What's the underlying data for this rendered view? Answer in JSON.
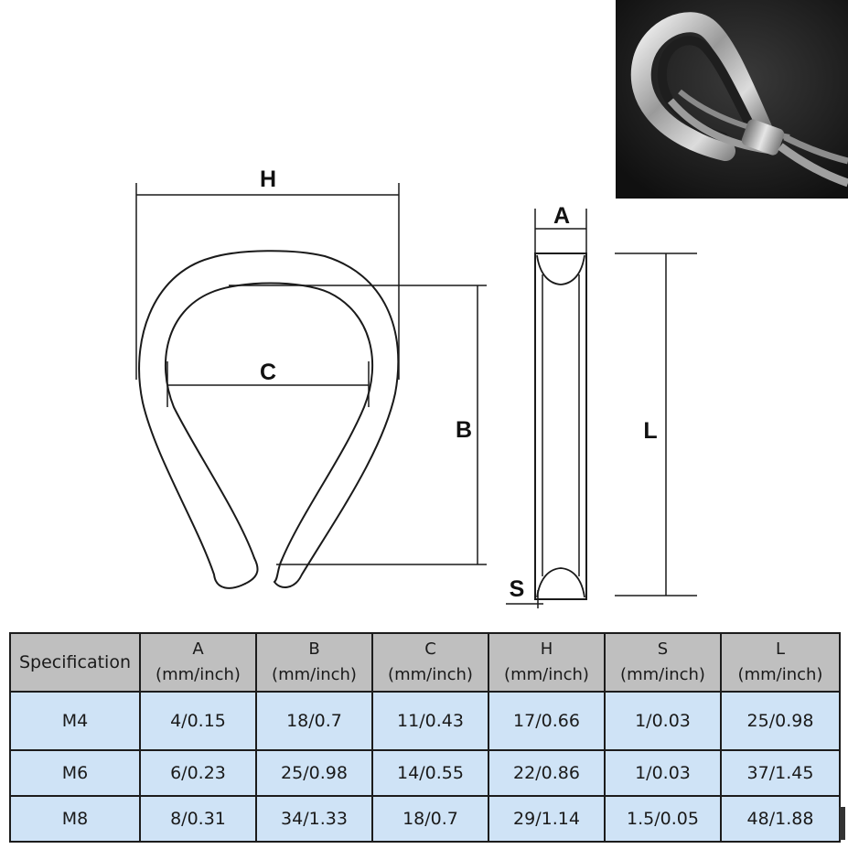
{
  "diagram": {
    "labels": {
      "H": "H",
      "C": "C",
      "B": "B",
      "A": "A",
      "L": "L",
      "S": "S"
    }
  },
  "photo": {
    "description_icon": "thimble-with-wire-rope-photo"
  },
  "table": {
    "header_first": "Specification",
    "columns": [
      {
        "letter": "A",
        "unit": "(mm/inch)"
      },
      {
        "letter": "B",
        "unit": "(mm/inch)"
      },
      {
        "letter": "C",
        "unit": "(mm/inch)"
      },
      {
        "letter": "H",
        "unit": "(mm/inch)"
      },
      {
        "letter": "S",
        "unit": "(mm/inch)"
      },
      {
        "letter": "L",
        "unit": "(mm/inch)"
      }
    ],
    "rows": [
      {
        "spec": "M4",
        "values": [
          "4/0.15",
          "18/0.7",
          "11/0.43",
          "17/0.66",
          "1/0.03",
          "25/0.98"
        ]
      },
      {
        "spec": "M6",
        "values": [
          "6/0.23",
          "25/0.98",
          "14/0.55",
          "22/0.86",
          "1/0.03",
          "37/1.45"
        ]
      },
      {
        "spec": "M8",
        "values": [
          "8/0.31",
          "34/1.33",
          "18/0.7",
          "29/1.14",
          "1.5/0.05",
          "48/1.88"
        ]
      }
    ]
  },
  "colors": {
    "header_bg": "#bfbfbf",
    "cell_bg": "#cfe3f6",
    "line": "#1c1c1c",
    "photo_bg": "#1b1b1b"
  }
}
